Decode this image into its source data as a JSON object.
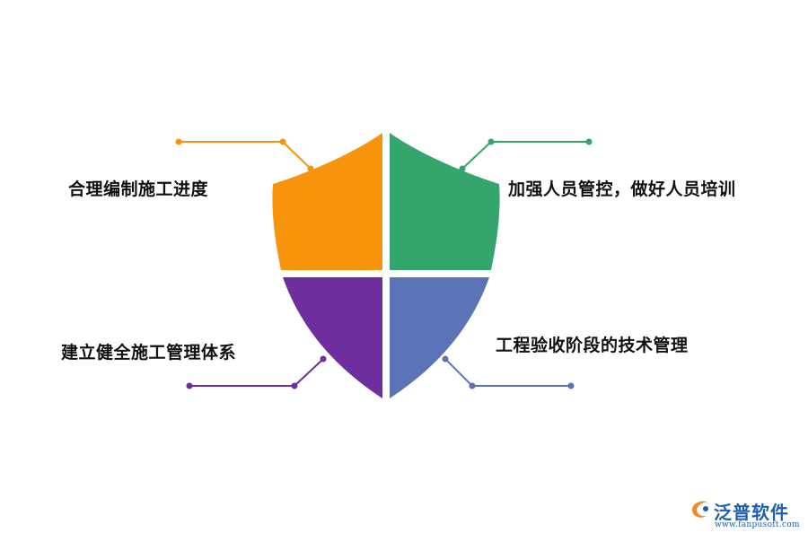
{
  "quadrants": [
    {
      "id": "tl",
      "label": "合理编制施工进度",
      "color": "#f7940b"
    },
    {
      "id": "tr",
      "label": "加强人员管控，做好人员培训",
      "color": "#35a56e"
    },
    {
      "id": "bl",
      "label": "建立健全施工管理体系",
      "color": "#6e2e9e"
    },
    {
      "id": "br",
      "label": "工程验收阶段的技术管理",
      "color": "#5b74b8"
    }
  ],
  "logo": {
    "name": "泛普软件",
    "url": "www.fanpusoft.com",
    "color": "#1e5fae",
    "accent": "#f08a24"
  }
}
